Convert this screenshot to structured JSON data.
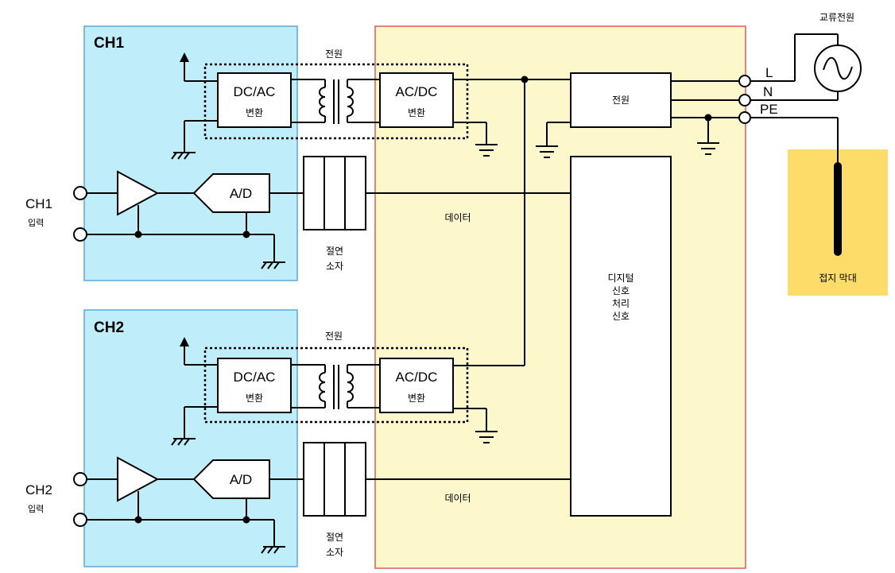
{
  "ch1": {
    "title": "CH1",
    "power_label": "전원",
    "dcac_label": "DC/AC",
    "dcac_sub": "변환",
    "acdc_label": "AC/DC",
    "acdc_sub": "변환",
    "ad_label": "A/D",
    "input_label": "CH1",
    "input_sub": "입력",
    "isolator_line1": "절연",
    "isolator_line2": "소자",
    "data_label": "데이터"
  },
  "ch2": {
    "title": "CH2",
    "power_label": "전원",
    "dcac_label": "DC/AC",
    "dcac_sub": "변환",
    "acdc_label": "AC/DC",
    "acdc_sub": "변환",
    "ad_label": "A/D",
    "input_label": "CH2",
    "input_sub": "입력",
    "isolator_line1": "절연",
    "isolator_line2": "소자",
    "data_label": "데이터"
  },
  "main": {
    "power_box_label": "전원",
    "dsp_lines": [
      "디지털",
      "신호",
      "처리",
      "신호"
    ]
  },
  "mains": {
    "ac_source_label": "교류전원",
    "terminal_l": "L",
    "terminal_n": "N",
    "terminal_pe": "PE"
  },
  "ground_rod": {
    "label": "접지 막대"
  },
  "colors": {
    "channel_bg": "#bfeefa",
    "channel_border": "#5aa9d6",
    "main_bg": "#fdf7cc",
    "main_border": "#e05a5a",
    "rod_bg": "#fddc6a"
  }
}
